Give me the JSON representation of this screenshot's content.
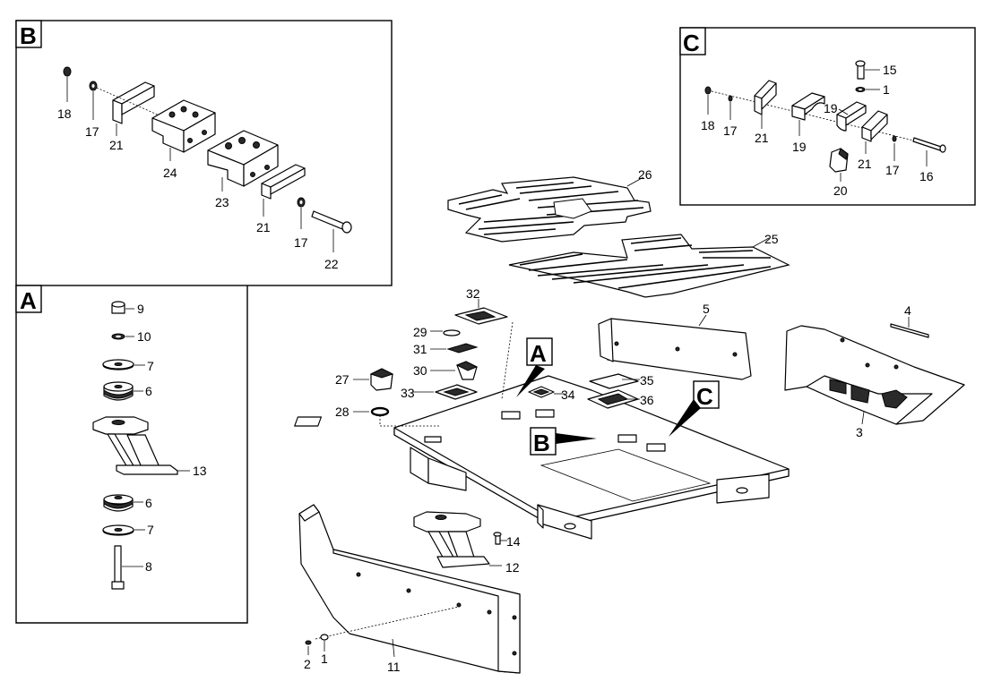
{
  "panels": {
    "b": {
      "letter": "B"
    },
    "a": {
      "letter": "A"
    },
    "c": {
      "letter": "C"
    }
  },
  "callouts": {
    "a": {
      "letter": "A"
    },
    "b": {
      "letter": "B"
    },
    "c": {
      "letter": "C"
    }
  },
  "labels": {
    "p1": "1",
    "p2": "2",
    "p3": "3",
    "p4": "4",
    "p5": "5",
    "p6": "6",
    "p7": "7",
    "p8": "8",
    "p9": "9",
    "p10": "10",
    "p11": "11",
    "p12": "12",
    "p13": "13",
    "p14": "14",
    "p15": "15",
    "p16": "16",
    "p17": "17",
    "p18": "18",
    "p19": "19",
    "p20": "20",
    "p21": "21",
    "p22": "22",
    "p23": "23",
    "p24": "24",
    "p25": "25",
    "p26": "26",
    "p27": "27",
    "p28": "28",
    "p29": "29",
    "p30": "30",
    "p31": "31",
    "p32": "32",
    "p33": "33",
    "p34": "34",
    "p35": "35",
    "p36": "36"
  },
  "colors": {
    "line": "#000000",
    "background": "#ffffff",
    "fill_dark": "#2a2a2a"
  }
}
